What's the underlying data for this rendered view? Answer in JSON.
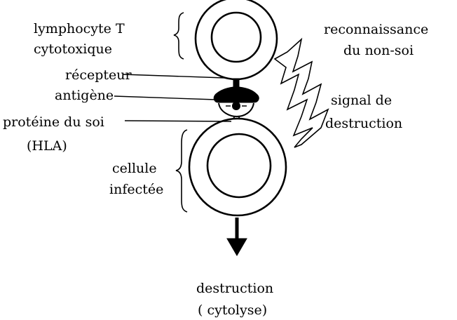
{
  "labels": {
    "lymphocyte_line1": "lymphocyte T",
    "lymphocyte_line2": "cytotoxique",
    "recognition_line1": "reconnaissance",
    "recognition_line2": "du non-soi",
    "receptor": "récepteur",
    "antigen": "antigène",
    "self_protein_line1": "protéine du soi",
    "self_protein_line2": "(HLA)",
    "signal_line1": "signal de",
    "signal_line2": "destruction",
    "infected_line1": "cellule",
    "infected_line2": "infectée",
    "result_line1": "destruction",
    "result_line2": "( cytolyse)"
  },
  "colors": {
    "ink": "#000000",
    "paper": "#ffffff"
  }
}
